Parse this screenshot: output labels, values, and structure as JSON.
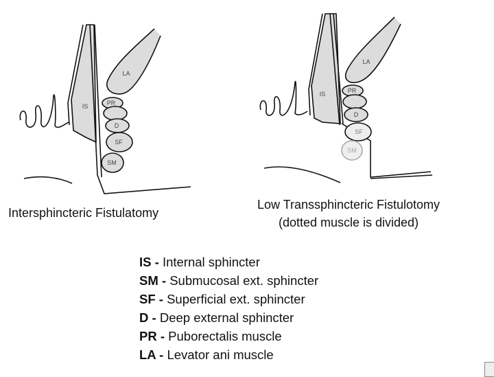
{
  "left_diagram": {
    "caption": "Intersphincteric Fistulatomy",
    "labels": {
      "IS": "IS",
      "PR": "PR",
      "D": "D",
      "SF": "SF",
      "SM": "SM",
      "LA": "LA"
    }
  },
  "right_diagram": {
    "caption_line1": "Low Transsphincteric Fistulotomy",
    "caption_line2": "(dotted muscle is divided)",
    "labels": {
      "IS": "IS",
      "PR": "PR",
      "D": "D",
      "SF": "SF",
      "SM": "SM",
      "LA": "LA"
    }
  },
  "legend": [
    {
      "abbr": "IS",
      "sep": " - ",
      "text": "Internal sphincter"
    },
    {
      "abbr": "SM",
      "sep": " - ",
      "text": "Submucosal ext. sphincter"
    },
    {
      "abbr": "SF",
      "sep": " - ",
      "text": "Superficial ext. sphincter"
    },
    {
      "abbr": "D",
      "sep": " - ",
      "text": "Deep external sphincter"
    },
    {
      "abbr": "PR",
      "sep": " - ",
      "text": "Puborectalis muscle"
    },
    {
      "abbr": "LA",
      "sep": " - ",
      "text": "Levator ani muscle"
    }
  ],
  "colors": {
    "muscle_fill": "#dcdcdc",
    "line": "#111111",
    "divided": "#aaaaaa"
  }
}
